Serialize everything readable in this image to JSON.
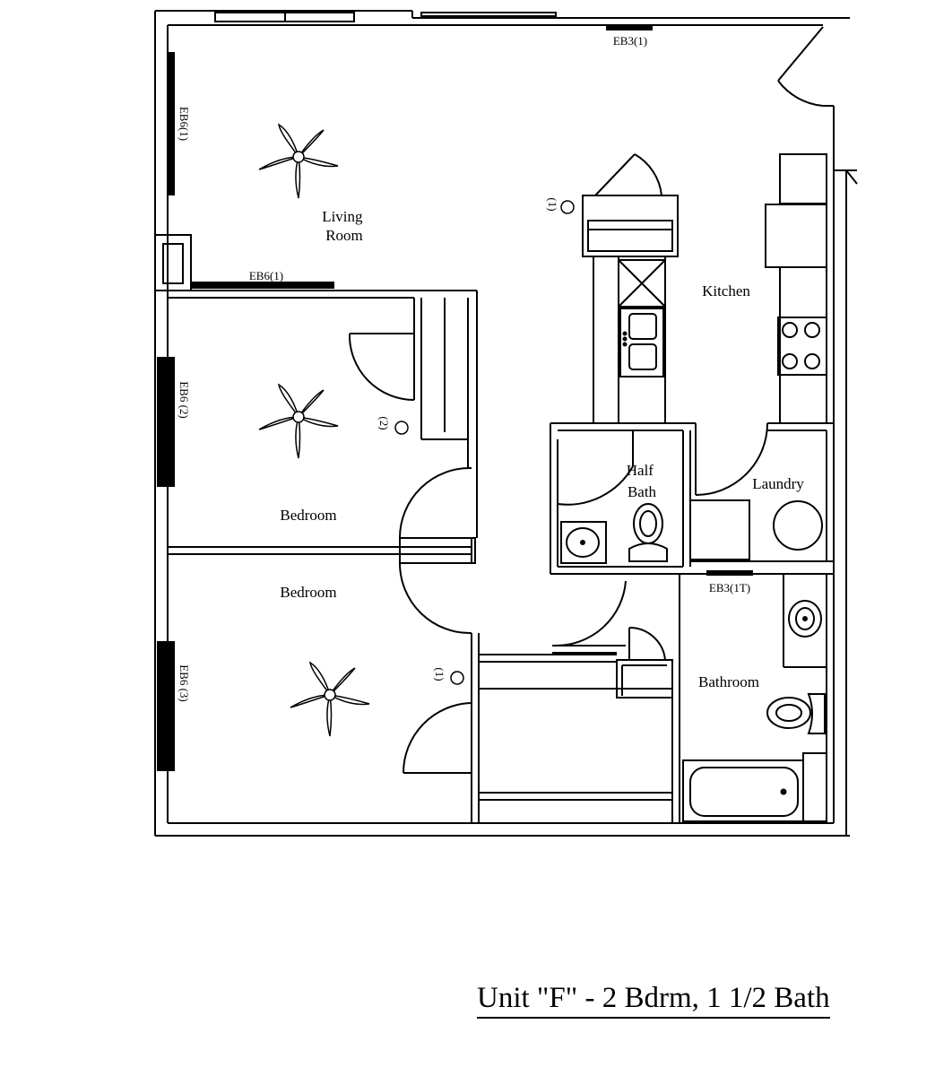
{
  "rooms": {
    "living_room": [
      "Living",
      "Room"
    ],
    "kitchen": "Kitchen",
    "bedroom_1": "Bedroom",
    "bedroom_2": "Bedroom",
    "half_bath": [
      "Half",
      "Bath"
    ],
    "laundry": "Laundry",
    "bathroom": "Bathroom"
  },
  "heater_labels": {
    "living_top": "EB3(1)",
    "living_left": "EB6(1)",
    "living_bottom": "EB6(1)",
    "bedroom_1": "EB6 (2)",
    "bedroom_2": "EB6 (3)",
    "laundry": "EB3(1T)"
  },
  "marker_labels": {
    "kitchen": "(1)",
    "bedroom_1": "(2)",
    "bedroom_2": "(1)"
  },
  "icons": {
    "ceiling_fan": "ceiling-fan-icon",
    "thermostat": "thermostat-icon",
    "sink": "sink-icon",
    "toilet": "toilet-icon",
    "bathtub": "bathtub-icon",
    "range": "range-icon",
    "washer": "washer-icon",
    "dryer": "dryer-icon"
  },
  "title": "Unit \"F\" - 2 Bdrm, 1 1/2 Bath"
}
